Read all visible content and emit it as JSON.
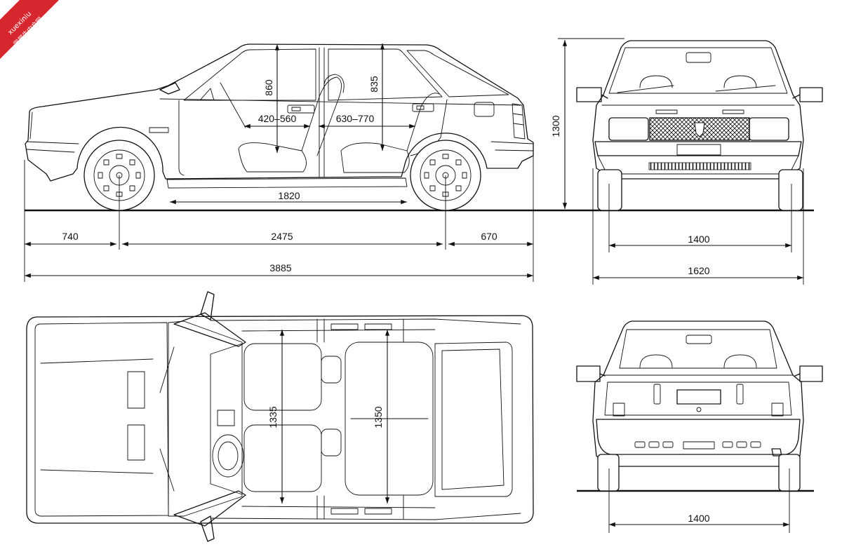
{
  "watermark": {
    "latin": "xuexiniu",
    "chinese": "学犀牛中文网",
    "color": "#d8262f"
  },
  "colors": {
    "line": "#111111",
    "background": "#ffffff"
  },
  "side_view": {
    "front_headroom": "860",
    "rear_headroom": "835",
    "front_legroom": "420–560",
    "rear_legroom": "630–770",
    "cabin_length": "1820",
    "front_overhang": "740",
    "wheelbase": "2475",
    "rear_overhang": "670",
    "overall_length": "3885"
  },
  "front_view": {
    "overall_height": "1300",
    "front_track": "1400",
    "overall_width": "1620"
  },
  "top_view": {
    "front_interior_width": "1335",
    "rear_interior_width": "1350"
  },
  "rear_view": {
    "rear_track": "1400"
  }
}
